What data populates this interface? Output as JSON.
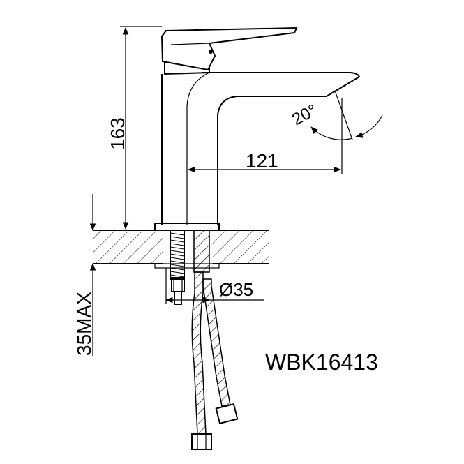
{
  "drawing": {
    "model_code": "WBK16413",
    "dimensions": {
      "height": "163",
      "spout_reach": "121",
      "angle": "20°",
      "hole_diameter": "Ø35",
      "max_deck_thickness": "35MAX"
    }
  }
}
